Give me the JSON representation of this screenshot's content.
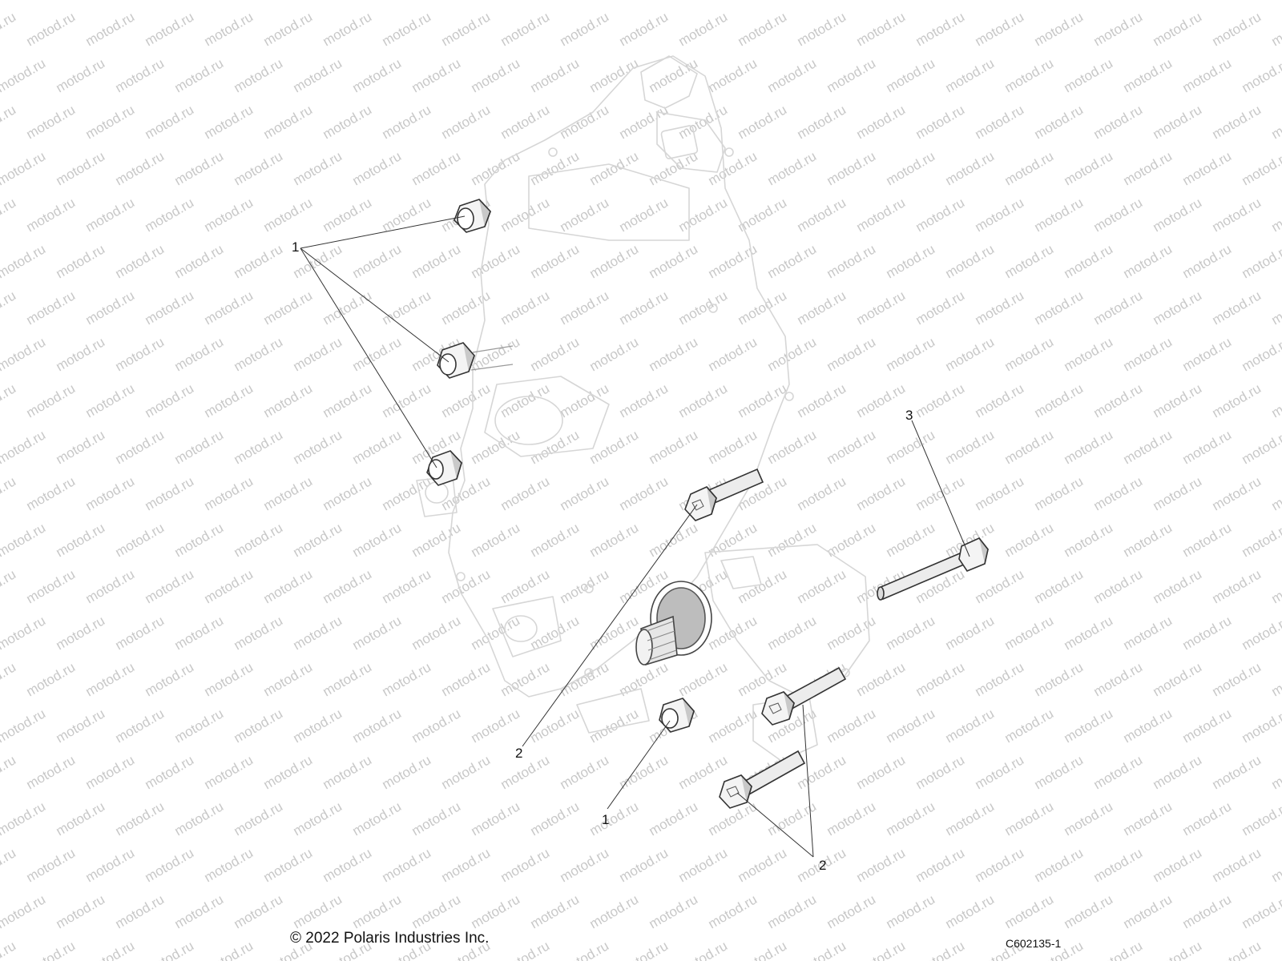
{
  "watermark": {
    "text": "motod.ru"
  },
  "callouts": [
    {
      "id": "1a",
      "label": "1"
    },
    {
      "id": "1b",
      "label": "1"
    },
    {
      "id": "2a",
      "label": "2"
    },
    {
      "id": "2b",
      "label": "2"
    },
    {
      "id": "3",
      "label": "3"
    }
  ],
  "footer": {
    "copyright": "© 2022 Polaris Industries Inc.",
    "diagram_code": "C602135-1"
  }
}
